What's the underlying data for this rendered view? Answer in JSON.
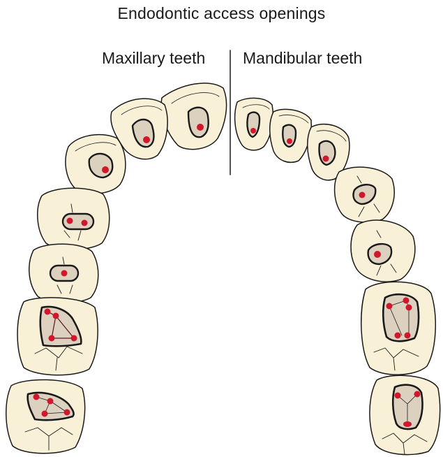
{
  "title": "Endodontic access openings",
  "labels": {
    "maxillary": "Maxillary teeth",
    "mandibular": "Mandibular teeth"
  },
  "colors": {
    "tooth_fill": "#f8f1d8",
    "access_fill": "#dcd0bf",
    "canal_dot": "#d0172b",
    "outline": "#1a1a1a"
  }
}
